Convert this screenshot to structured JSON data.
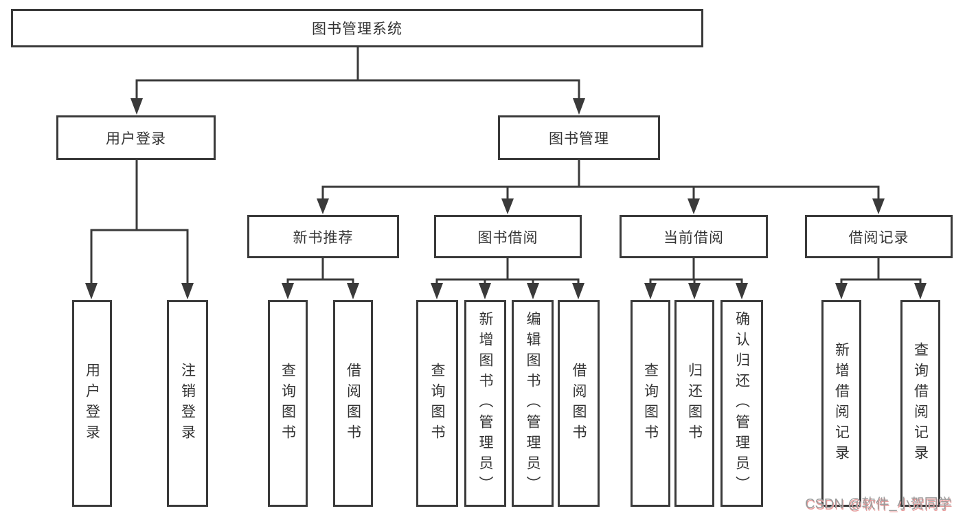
{
  "colors": {
    "line": "#3a3a3a",
    "text": "#333333",
    "bg": "#ffffff",
    "wm": "#9c9c9c",
    "wm_shadow": "#e89b9b"
  },
  "diagram": {
    "root": {
      "label": "图书管理系统",
      "children": [
        {
          "label": "用户登录",
          "children": [
            {
              "label": "用户登录"
            },
            {
              "label": "注销登录"
            }
          ]
        },
        {
          "label": "图书管理",
          "children": [
            {
              "label": "新书推荐",
              "children": [
                {
                  "label": "查询图书"
                },
                {
                  "label": "借阅图书"
                }
              ]
            },
            {
              "label": "图书借阅",
              "children": [
                {
                  "label": "查询图书"
                },
                {
                  "label": "新增图书（管理员）"
                },
                {
                  "label": "编辑图书（管理员）"
                },
                {
                  "label": "借阅图书"
                }
              ]
            },
            {
              "label": "当前借阅",
              "children": [
                {
                  "label": "查询图书"
                },
                {
                  "label": "归还图书"
                },
                {
                  "label": "确认归还（管理员）"
                }
              ]
            },
            {
              "label": "借阅记录",
              "children": [
                {
                  "label": "新增借阅记录"
                },
                {
                  "label": "查询借阅记录"
                }
              ]
            }
          ]
        }
      ]
    }
  },
  "watermark": {
    "text": "CSDN @软件_小贺同学"
  }
}
